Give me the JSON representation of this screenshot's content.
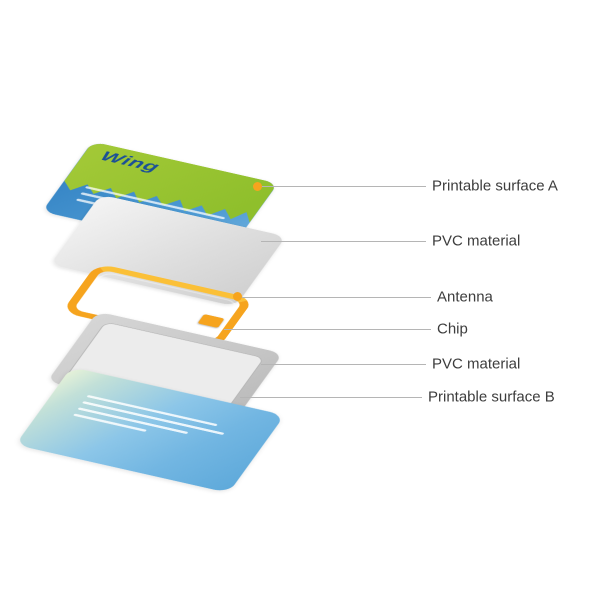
{
  "diagram": {
    "card_brand": "Wing",
    "labels": [
      {
        "id": "printable-surface-a",
        "text": "Printable surface A"
      },
      {
        "id": "pvc-material-top",
        "text": "PVC material"
      },
      {
        "id": "antenna",
        "text": "Antenna"
      },
      {
        "id": "chip",
        "text": "Chip"
      },
      {
        "id": "pvc-material-bottom",
        "text": "PVC material"
      },
      {
        "id": "printable-surface-b",
        "text": "Printable surface B"
      }
    ],
    "colors": {
      "card_green": "#a3c937",
      "card_blue": "#2f7fc1",
      "card_light_blue": "#72b6e2",
      "pvc_gray": "#c7c7c7",
      "antenna_orange": "#f6a41e",
      "leader_line": "#b5b5b5",
      "label_text": "#3d3d3d"
    }
  }
}
